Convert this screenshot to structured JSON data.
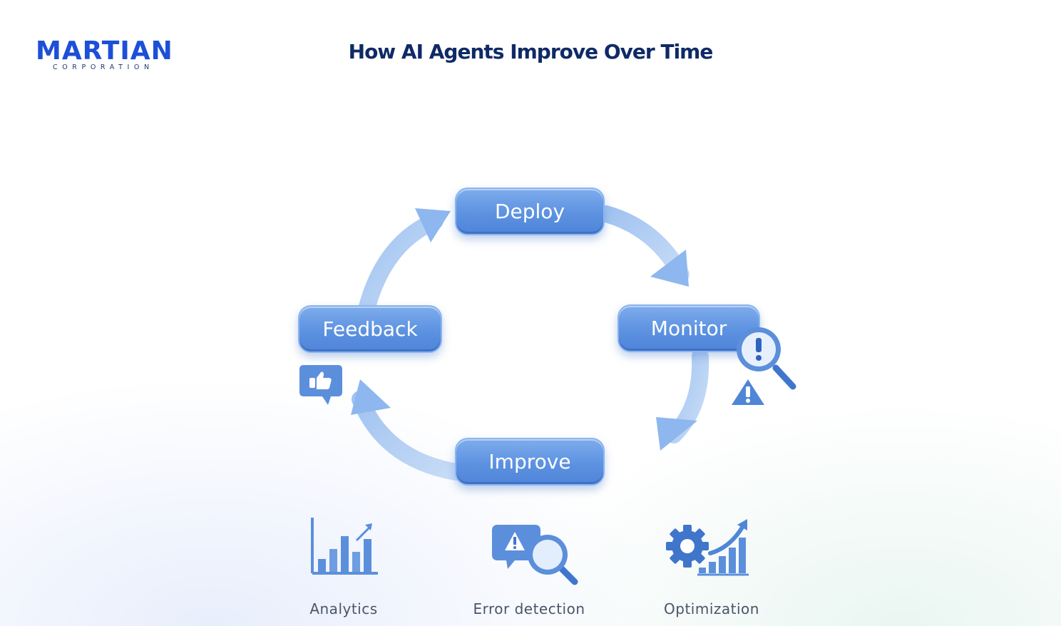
{
  "logo": {
    "wordmark": "MARTIAN",
    "tagline": "CORPORATION"
  },
  "title": "How AI Agents Improve Over Time",
  "cycle": {
    "steps": [
      {
        "label": "Deploy"
      },
      {
        "label": "Monitor"
      },
      {
        "label": "Improve"
      },
      {
        "label": "Feedback"
      }
    ]
  },
  "bottom": [
    {
      "label": "Analytics",
      "icon": "bar-chart-icon"
    },
    {
      "label": "Error detection",
      "icon": "warning-magnifier-icon"
    },
    {
      "label": "Optimization",
      "icon": "gear-growth-icon"
    }
  ],
  "colors": {
    "accent": "#1d4fd8",
    "node": "#5d92e1",
    "arrow": "#a9c8f1",
    "title": "#0f2a66"
  }
}
